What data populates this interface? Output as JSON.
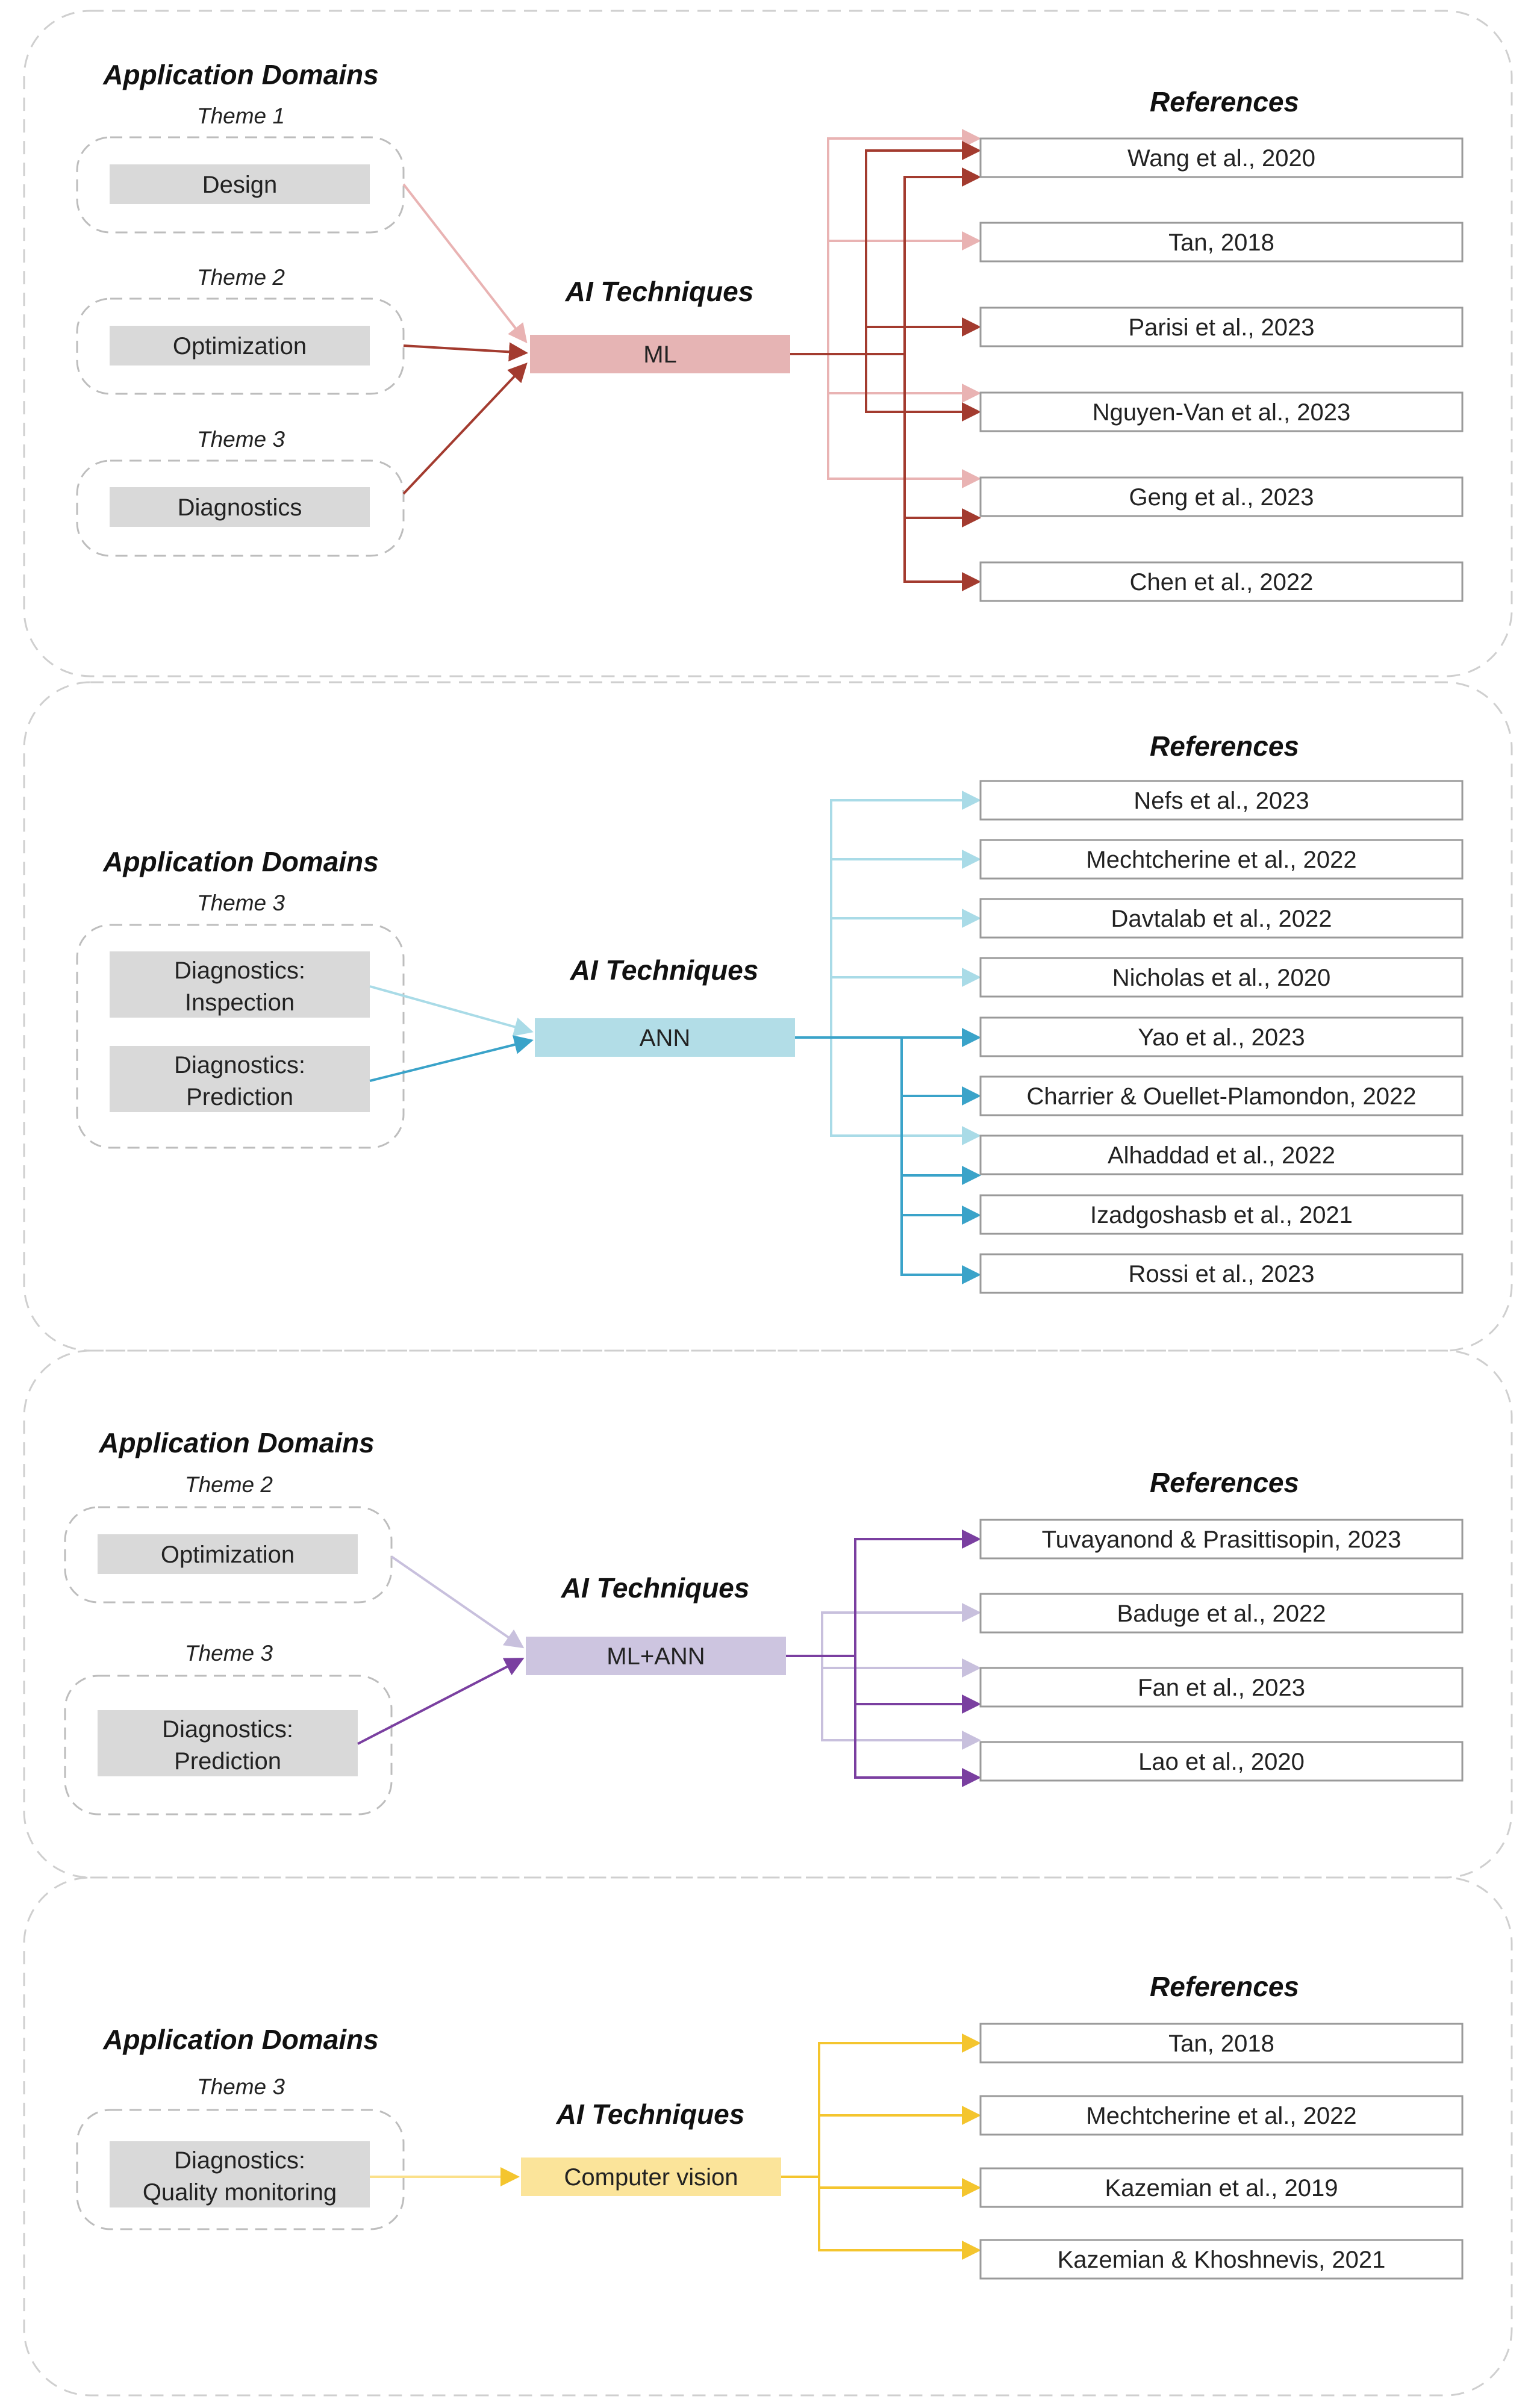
{
  "headings": {
    "application_domains": "Application Domains",
    "ai_techniques": "AI Techniques",
    "references": "References"
  },
  "panels": [
    {
      "themes": [
        {
          "label": "Theme 1",
          "domains": [
            [
              "Design"
            ]
          ]
        },
        {
          "label": "Theme 2",
          "domains": [
            [
              "Optimization"
            ]
          ]
        },
        {
          "label": "Theme 3",
          "domains": [
            [
              "Diagnostics"
            ]
          ]
        }
      ],
      "technique": "ML",
      "references": [
        "Wang et al., 2020",
        "Tan, 2018",
        "Parisi et al., 2023",
        "Nguyen-Van et al., 2023",
        "Geng et al., 2023",
        "Chen et al., 2022"
      ],
      "colors": {
        "light": "#e9b3b3",
        "dark": "#a33b2f",
        "box": "#e6b4b4"
      }
    },
    {
      "themes": [
        {
          "label": "Theme 3",
          "domains": [
            [
              "Diagnostics:",
              "Inspection"
            ],
            [
              "Diagnostics:",
              "Prediction"
            ]
          ]
        }
      ],
      "technique": "ANN",
      "references": [
        "Nefs et al., 2023",
        "Mechtcherine et al., 2022",
        "Davtalab et al., 2022",
        "Nicholas et al., 2020",
        "Yao et al., 2023",
        "Charrier & Ouellet-Plamondon, 2022",
        "Alhaddad et al., 2022",
        "Izadgoshasb et al., 2021",
        "Rossi et al., 2023"
      ],
      "colors": {
        "light": "#a9dbe7",
        "dark": "#3aa3c9",
        "box": "#b2dde7"
      }
    },
    {
      "themes": [
        {
          "label": "Theme 2",
          "domains": [
            [
              "Optimization"
            ]
          ]
        },
        {
          "label": "Theme 3",
          "domains": [
            [
              "Diagnostics:",
              "Prediction"
            ]
          ]
        }
      ],
      "technique": "ML+ANN",
      "references": [
        "Tuvayanond & Prasittisopin, 2023",
        "Baduge et al., 2022",
        "Fan et al., 2023",
        "Lao et al., 2020"
      ],
      "colors": {
        "light": "#c8c0dd",
        "dark": "#7a3fa0",
        "box": "#cdc5e0"
      }
    },
    {
      "themes": [
        {
          "label": "Theme 3",
          "domains": [
            [
              "Diagnostics:",
              "Quality monitoring"
            ]
          ]
        }
      ],
      "technique": "Computer vision",
      "references": [
        "Tan, 2018",
        "Mechtcherine et al., 2022",
        "Kazemian et al., 2019",
        "Kazemian & Khoshnevis, 2021"
      ],
      "colors": {
        "light": "#fbe08a",
        "dark": "#f4c52e",
        "box": "#fbe49a"
      }
    }
  ]
}
